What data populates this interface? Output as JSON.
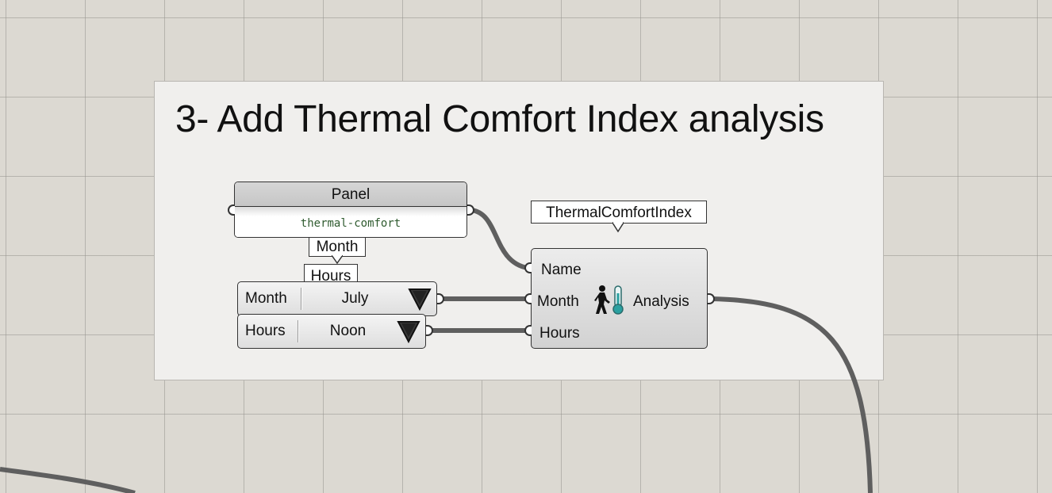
{
  "group": {
    "title": "3- Add Thermal Comfort Index analysis"
  },
  "panel": {
    "title": "Panel",
    "content": "thermal-comfort"
  },
  "tags": {
    "month": "Month",
    "hours": "Hours",
    "component": "ThermalComfortIndex"
  },
  "value_lists": [
    {
      "name": "Month",
      "value": "July"
    },
    {
      "name": "Hours",
      "value": "Noon"
    }
  ],
  "component": {
    "inputs": [
      "Name",
      "Month",
      "Hours"
    ],
    "output": "Analysis",
    "icon": "thermal-comfort-icon"
  },
  "colors": {
    "canvas": "#dcd9d2",
    "group": "#f0efed",
    "wire": "#5f5f5f"
  }
}
